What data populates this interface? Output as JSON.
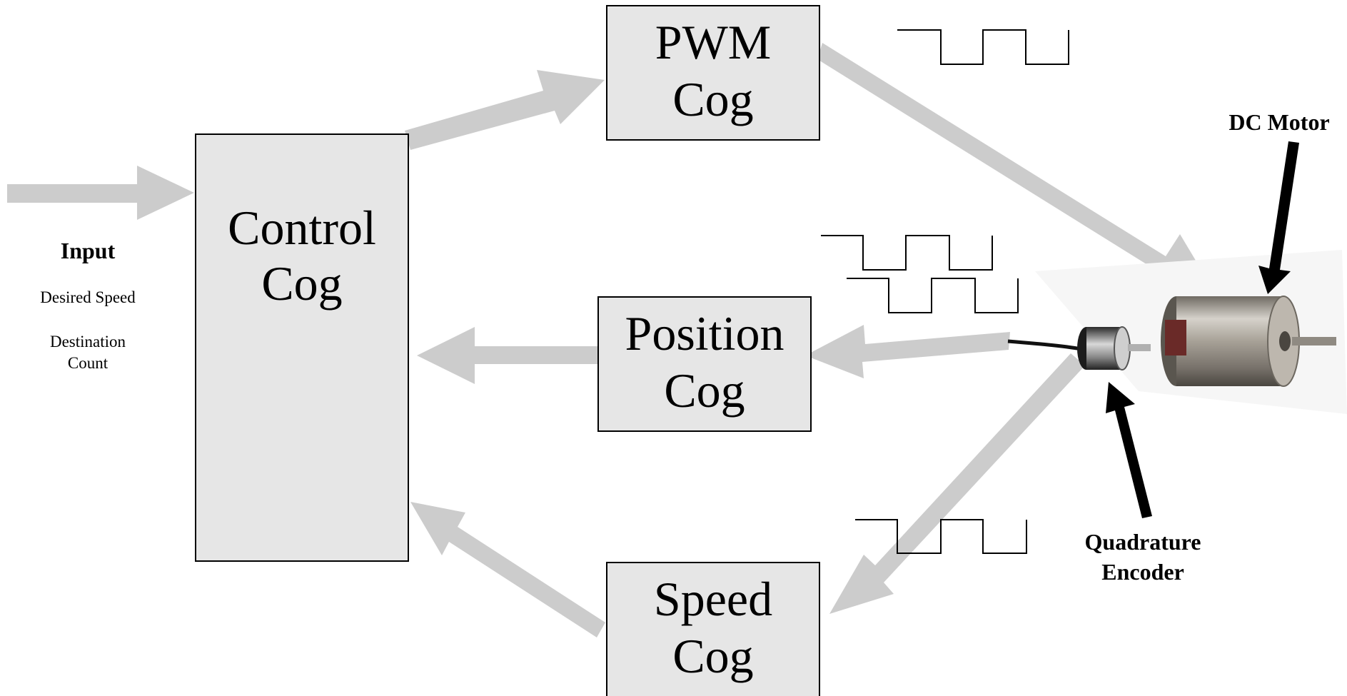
{
  "boxes": {
    "control": {
      "line1": "Control",
      "line2": "Cog"
    },
    "pwm": {
      "line1": "PWM",
      "line2": "Cog"
    },
    "position": {
      "line1": "Position",
      "line2": "Cog"
    },
    "speed": {
      "line1": "Speed",
      "line2": "Cog"
    }
  },
  "input": {
    "title": "Input",
    "line1": "Desired Speed",
    "line2a": "Destination",
    "line2b": "Count"
  },
  "labels": {
    "motor": "DC Motor",
    "encoder_line1": "Quadrature",
    "encoder_line2": "Encoder"
  },
  "colors": {
    "box_fill": "#e6e6e6",
    "flow_arrow": "#cccccc",
    "motor_body": "#9a948a"
  }
}
